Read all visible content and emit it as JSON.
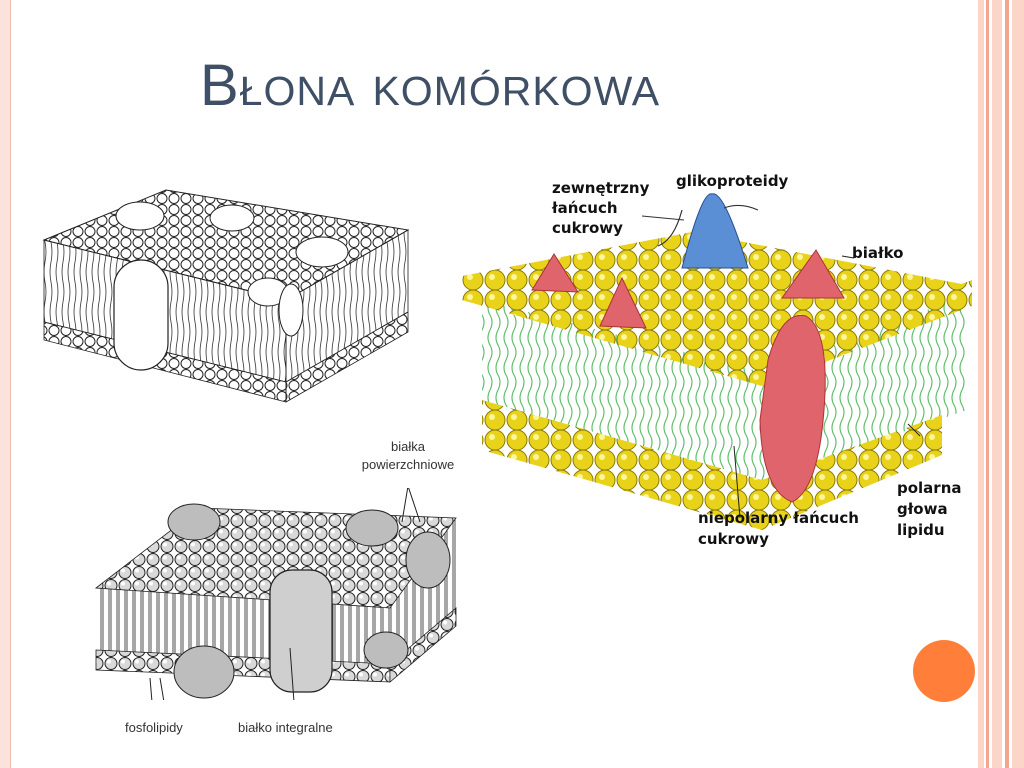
{
  "slide": {
    "title": "Błona komórkowa",
    "accent_color": "#ff7f3a",
    "title_color": "#3f4f66"
  },
  "figure_bottom": {
    "labels": {
      "surface_proteins_line1": "białka",
      "surface_proteins_line2": "powierzchniowe",
      "phospholipids": "fosfolipidy",
      "integral_protein": "białko integralne"
    }
  },
  "figure_color": {
    "labels": {
      "outer_chain_line1": "zewnętrzny",
      "outer_chain_line2": "łańcuch",
      "outer_chain_line3": "cukrowy",
      "glycoproteins": "glikoproteidy",
      "protein": "białko",
      "nonpolar_line1": "niepolarny łańcuch",
      "nonpolar_line2": "cukrowy",
      "polar_head_line1": "polarna",
      "polar_head_line2": "głowa",
      "polar_head_line3": "lipidu"
    },
    "colors": {
      "lipid_head": "#e9d21a",
      "protein": "#e0646b",
      "glycoprotein": "#5a8fd6",
      "tails": "#5fbf6a"
    }
  }
}
